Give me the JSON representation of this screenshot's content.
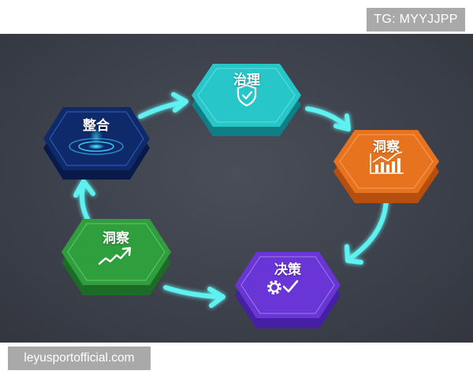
{
  "overlays": {
    "top_right_badge": "TG: MYYJJPP",
    "bottom_left_badge": "leyusportofficial.com"
  },
  "diagram": {
    "type": "cycle",
    "background_color": "#3d414b",
    "arrow_color": "#5ef0f0",
    "nodes": [
      {
        "id": "integrate",
        "label": "整合",
        "icon": "data-hologram-icon",
        "color": "#0f2a6b"
      },
      {
        "id": "governance",
        "label": "治理",
        "icon": "shield-check-icon",
        "color": "#22c3c3"
      },
      {
        "id": "insight-1",
        "label": "洞察",
        "icon": "bar-chart-trend-icon",
        "color": "#e8731e"
      },
      {
        "id": "decision",
        "label": "决策",
        "icon": "gear-check-icon",
        "color": "#6a35d6"
      },
      {
        "id": "insight-2",
        "label": "洞察",
        "icon": "trend-up-arrow-icon",
        "color": "#2f9e3c"
      }
    ],
    "edges": [
      {
        "from": "integrate",
        "to": "governance"
      },
      {
        "from": "governance",
        "to": "insight-1"
      },
      {
        "from": "insight-1",
        "to": "decision"
      },
      {
        "from": "insight-2",
        "to": "decision"
      },
      {
        "from": "insight-2",
        "to": "integrate"
      }
    ]
  }
}
